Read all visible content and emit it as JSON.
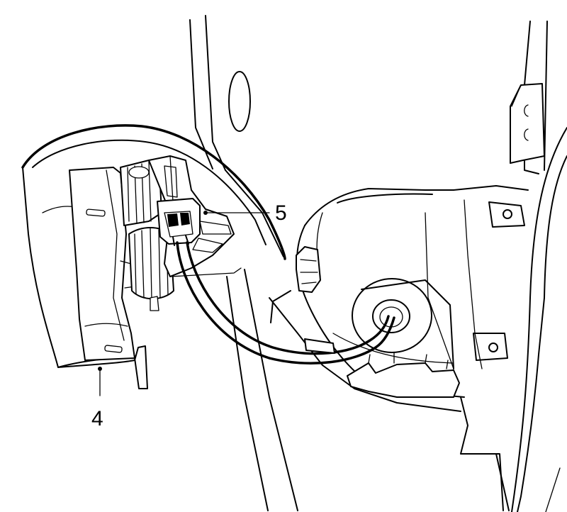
{
  "callouts": [
    {
      "id": "4",
      "label": "4"
    },
    {
      "id": "5",
      "label": "5"
    }
  ],
  "colors": {
    "line": "#000000",
    "background": "#ffffff"
  }
}
